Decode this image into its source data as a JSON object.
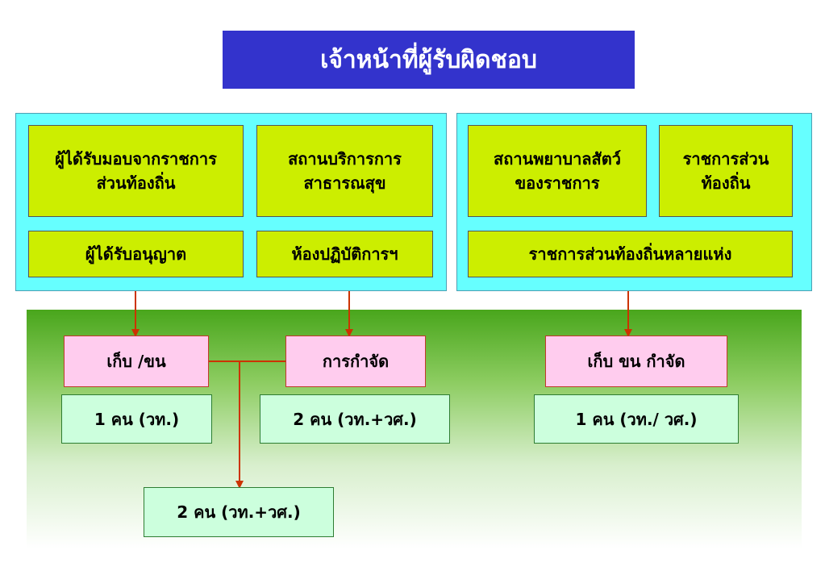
{
  "title": "เจ้าหน้าที่ผู้รับผิดชอบ",
  "left_panel": {
    "delegated": "ผู้ได้รับมอบจากราชการส่วนท้องถิ่น",
    "public_health_service": "สถานบริการการสาธารณสุข",
    "licensed": "ผู้ได้รับอนุญาต",
    "laboratory": "ห้องปฏิบัติการฯ"
  },
  "right_panel": {
    "animal_hospital": "สถานพยาบาลสัตว์ของราชการ",
    "local_government": "ราชการส่วนท้องถิ่น",
    "multiple_local": "ราชการส่วนท้องถิ่นหลายแห่ง"
  },
  "processes": {
    "collect_transport": "เก็บ /ขน",
    "disposal": "การกำจัด",
    "collect_transport_dispose": "เก็บ ขน กำจัด"
  },
  "staff": {
    "collect_transport": "1 คน (วท.)",
    "disposal": "2 คน (วท.+วศ.)",
    "combined": "1 คน (วท./ วศ.)",
    "shared": "2 คน (วท.+วศ.)"
  },
  "colors": {
    "title_bg": "#3333cc",
    "panel_bg": "#66ffff",
    "entity_bg": "#ccee00",
    "process_bg": "#ffccee",
    "staff_bg": "#ccffdd",
    "connector": "#cc3300",
    "band_top": "#49a61c"
  }
}
